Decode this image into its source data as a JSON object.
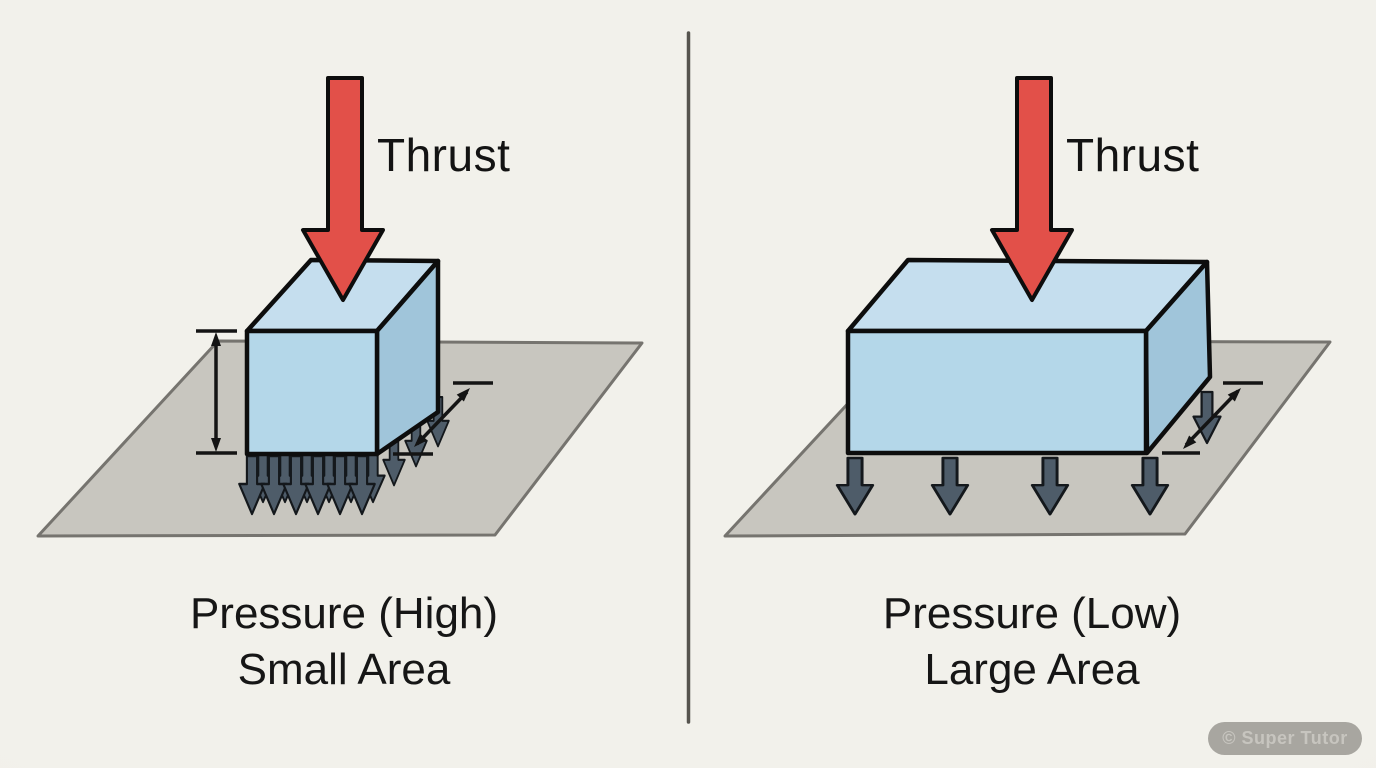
{
  "panels": [
    {
      "thrust_label": "Thrust",
      "caption_line1": "Pressure (High)",
      "caption_line2": "Small Area"
    },
    {
      "thrust_label": "Thrust",
      "caption_line1": "Pressure (Low)",
      "caption_line2": "Large Area"
    }
  ],
  "watermark": {
    "label": "© Super Tutor"
  },
  "colors": {
    "background": "#f0efe9",
    "thrust_arrow_red": "#e25049",
    "block_top_blue": "#c5deee",
    "block_front_blue": "#b4d7e9",
    "block_side_blue": "#a0c5da",
    "surface_gray": "#c8c6bf",
    "surface_border_gray": "#76746f",
    "pressure_arrow_slate": "#4e5c69",
    "dimension_black": "#141414",
    "divider_gray": "#56544e",
    "outline_black": "#0d0d0d"
  }
}
